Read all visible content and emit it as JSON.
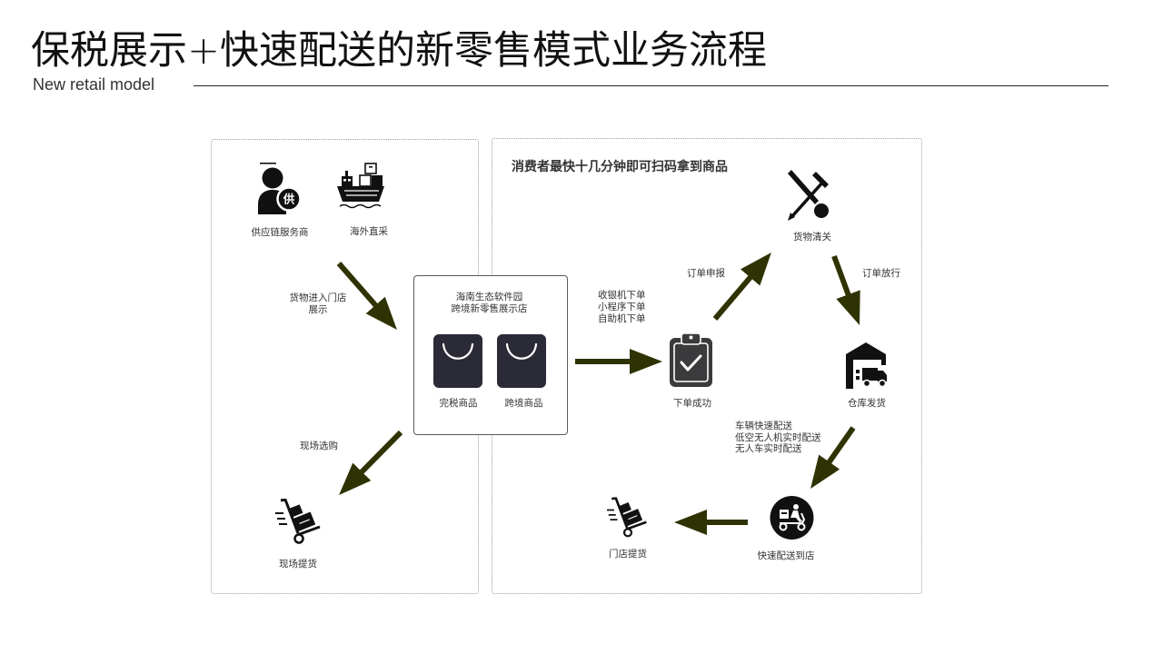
{
  "slide": {
    "title": "保税展示+快速配送的新零售模式业务流程",
    "subtitle": "New retail model"
  },
  "diagram": {
    "store_zone": {
      "supplier": {
        "label": "供应链服务商",
        "badge": "供",
        "icon": "supplier-person-icon"
      },
      "overseas_sourcing": {
        "label": "海外直采",
        "icon": "cargo-ship-icon"
      },
      "goods_into_store": [
        "货物进入门店",
        "展示"
      ],
      "onsite_purchase": "现场选购",
      "onsite_pickup": {
        "label": "现场提货",
        "icon": "hand-truck-icon"
      }
    },
    "showroom": {
      "name": [
        "海南生态软件园",
        "跨境新零售展示店"
      ],
      "products": [
        {
          "label": "完税商品",
          "icon": "shopping-bag-icon"
        },
        {
          "label": "跨境商品",
          "icon": "shopping-bag-icon"
        }
      ]
    },
    "express_zone": {
      "heading": "消费者最快十几分钟即可扫码拿到商品",
      "order_channels": [
        "收银机下单",
        "小程序下单",
        "自助机下单"
      ],
      "order_placed": {
        "label": "下单成功",
        "icon": "clipboard-check-icon"
      },
      "order_declaration": "订单申报",
      "customs_clearance": {
        "label": "货物清关",
        "icon": "customs-tools-icon"
      },
      "order_release": "订单放行",
      "warehouse_dispatch": {
        "label": "仓库发货",
        "icon": "warehouse-truck-icon"
      },
      "delivery_modes": [
        "车辆快速配送",
        "低空无人机实时配送",
        "无人车实时配送"
      ],
      "delivered_to_store": {
        "label": "快速配送到店",
        "icon": "delivery-scooter-icon"
      },
      "store_pickup": {
        "label": "门店提货",
        "icon": "hand-truck-icon"
      }
    }
  },
  "colors": {
    "text": "#333333",
    "ink": "#111111",
    "arrow": "#2f3303",
    "bag": "#2b2a37",
    "clipboard": "#3b3b3d",
    "frame": "#9c9c9c"
  }
}
